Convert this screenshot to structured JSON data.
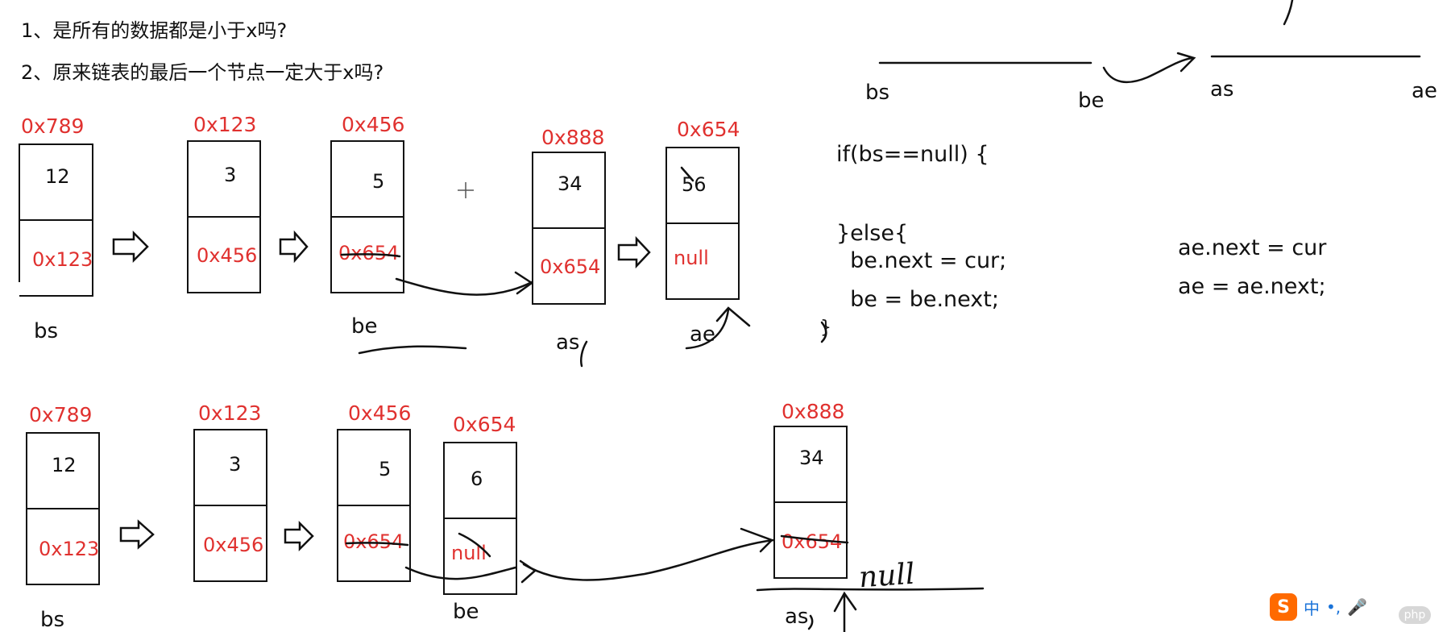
{
  "questions": [
    "1、是所有的数据都是小于x吗?",
    "2、原来链表的最后一个节点一定大于x吗?"
  ],
  "top_row": {
    "nodes": [
      {
        "addr": "0x789",
        "value": "12",
        "next": "0x123"
      },
      {
        "addr": "0x123",
        "value": "3",
        "next": "0x456"
      },
      {
        "addr": "0x456",
        "value": "5",
        "next": "0x654"
      },
      {
        "addr": "0x888",
        "value": "34",
        "next": "0x654"
      },
      {
        "addr": "0x654",
        "value": "56",
        "next": "null"
      }
    ],
    "labels": {
      "bs": "bs",
      "be": "be",
      "as": "as",
      "ae": "ae"
    }
  },
  "bottom_row": {
    "nodes": [
      {
        "addr": "0x789",
        "value": "12",
        "next": "0x123"
      },
      {
        "addr": "0x123",
        "value": "3",
        "next": "0x456"
      },
      {
        "addr": "0x456",
        "value": "5",
        "next": "0x654"
      },
      {
        "addr": "0x654",
        "value": "6",
        "next": "null"
      },
      {
        "addr": "0x888",
        "value": "34",
        "next": "0x654"
      }
    ],
    "labels": {
      "bs": "bs",
      "be": "be",
      "as": "as"
    },
    "handwritten": "null"
  },
  "code": {
    "left": [
      "if(bs==null) {",
      "}else{",
      "  be.next = cur;",
      "  be = be.next;",
      "}"
    ],
    "right": [
      "ae.next = cur",
      "ae = ae.next;"
    ]
  },
  "pointer_diagram": {
    "bs": "bs",
    "be": "be",
    "as": "as",
    "ae": "ae"
  },
  "watermark": {
    "text": "中",
    "logo": "S",
    "site": "php"
  }
}
